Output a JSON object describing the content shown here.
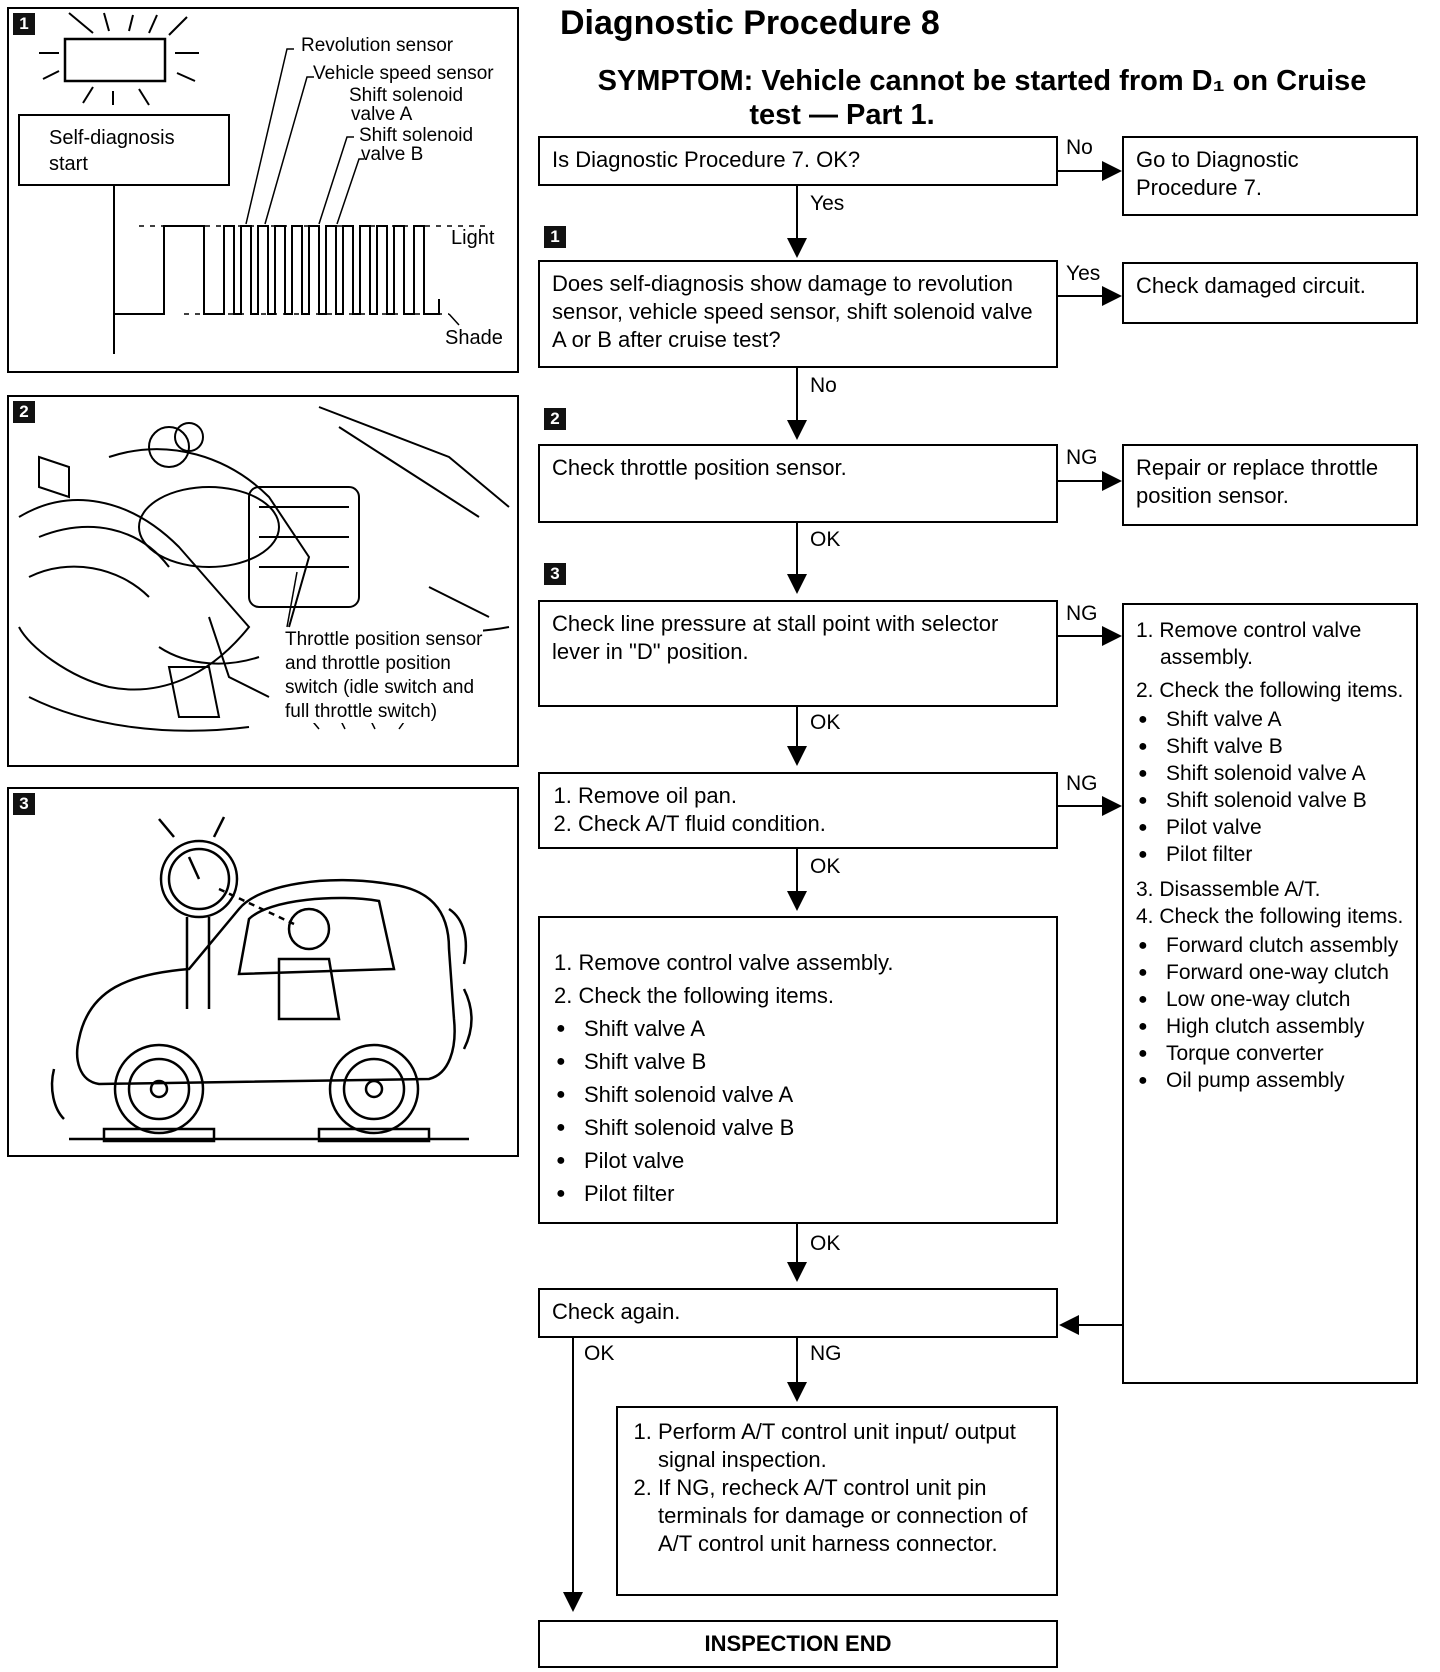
{
  "header": {
    "title": "Diagnostic Procedure 8",
    "symptom_line1": "SYMPTOM: Vehicle cannot be started from D₁ on Cruise",
    "symptom_line2": "test — Part 1."
  },
  "figures": {
    "fig1": {
      "badge": "1",
      "self_diagnosis": "Self-diagnosis start",
      "labels": {
        "revolution": "Revolution sensor",
        "vehicle_speed": "Vehicle speed sensor",
        "shift_a_1": "Shift solenoid",
        "shift_a_2": "valve A",
        "shift_b_1": "Shift solenoid",
        "shift_b_2": "valve B",
        "light": "Light",
        "shade": "Shade"
      }
    },
    "fig2": {
      "badge": "2",
      "caption_lines": [
        "Throttle position sensor",
        "and throttle position",
        "switch (idle switch and",
        "full throttle switch)"
      ]
    },
    "fig3": {
      "badge": "3"
    }
  },
  "flow": {
    "q0": "Is Diagnostic Procedure 7. OK?",
    "q0_no": "No",
    "q0_no_action": "Go to Diagnostic Procedure 7.",
    "q0_yes": "Yes",
    "step1_badge": "1",
    "q1": "Does self-diagnosis show damage to revolution sensor, vehicle speed sensor, shift solenoid valve A or B after cruise test?",
    "q1_yes": "Yes",
    "q1_yes_action": "Check damaged circuit.",
    "q1_no": "No",
    "step2_badge": "2",
    "q2": "Check throttle position sensor.",
    "q2_ng": "NG",
    "q2_ng_action": "Repair or replace throttle position sensor.",
    "q2_ok": "OK",
    "step3_badge": "3",
    "q3": "Check line pressure at stall point with selector lever in \"D\" position.",
    "q3_ng": "NG",
    "q3_ok": "OK",
    "q4_items": [
      "Remove oil pan.",
      "Check A/T fluid condition."
    ],
    "q4_ng": "NG",
    "q4_ok": "OK",
    "q5": {
      "step1": "Remove control valve assembly.",
      "step2": "Check the following items.",
      "items": [
        "Shift valve A",
        "Shift valve B",
        "Shift solenoid valve A",
        "Shift solenoid valve B",
        "Pilot valve",
        "Pilot filter"
      ]
    },
    "q5_ok": "OK",
    "right_box": {
      "step1": "Remove control valve assembly.",
      "step2": "Check the following items.",
      "items_a": [
        "Shift valve A",
        "Shift valve B",
        "Shift solenoid valve A",
        "Shift solenoid valve B",
        "Pilot valve",
        "Pilot filter"
      ],
      "step3": "Disassemble A/T.",
      "step4": "Check the following items.",
      "items_b": [
        "Forward clutch assembly",
        "Forward one-way clutch",
        "Low one-way clutch",
        "High clutch assembly",
        "Torque converter",
        "Oil pump assembly"
      ]
    },
    "check_again": "Check again.",
    "check_ok": "OK",
    "check_ng": "NG",
    "final_items": [
      "Perform A/T control unit input/ output signal inspection.",
      "If NG, recheck A/T control unit pin terminals for damage or connection of A/T control unit harness connector."
    ],
    "end": "INSPECTION END"
  }
}
